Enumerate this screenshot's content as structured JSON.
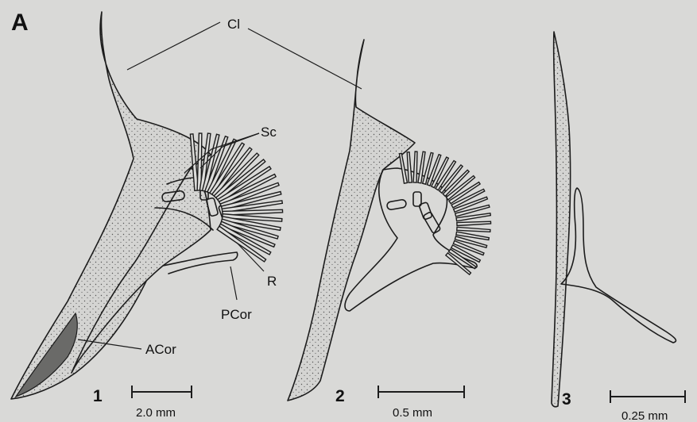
{
  "panel_letter": "A",
  "labels": {
    "cl": "Cl",
    "sc": "Sc",
    "r": "R",
    "pcor": "PCor",
    "acor": "ACor"
  },
  "figures": [
    {
      "number": "1",
      "scale": "2.0 mm"
    },
    {
      "number": "2",
      "scale": "0.5 mm"
    },
    {
      "number": "3",
      "scale": "0.25 mm"
    }
  ]
}
